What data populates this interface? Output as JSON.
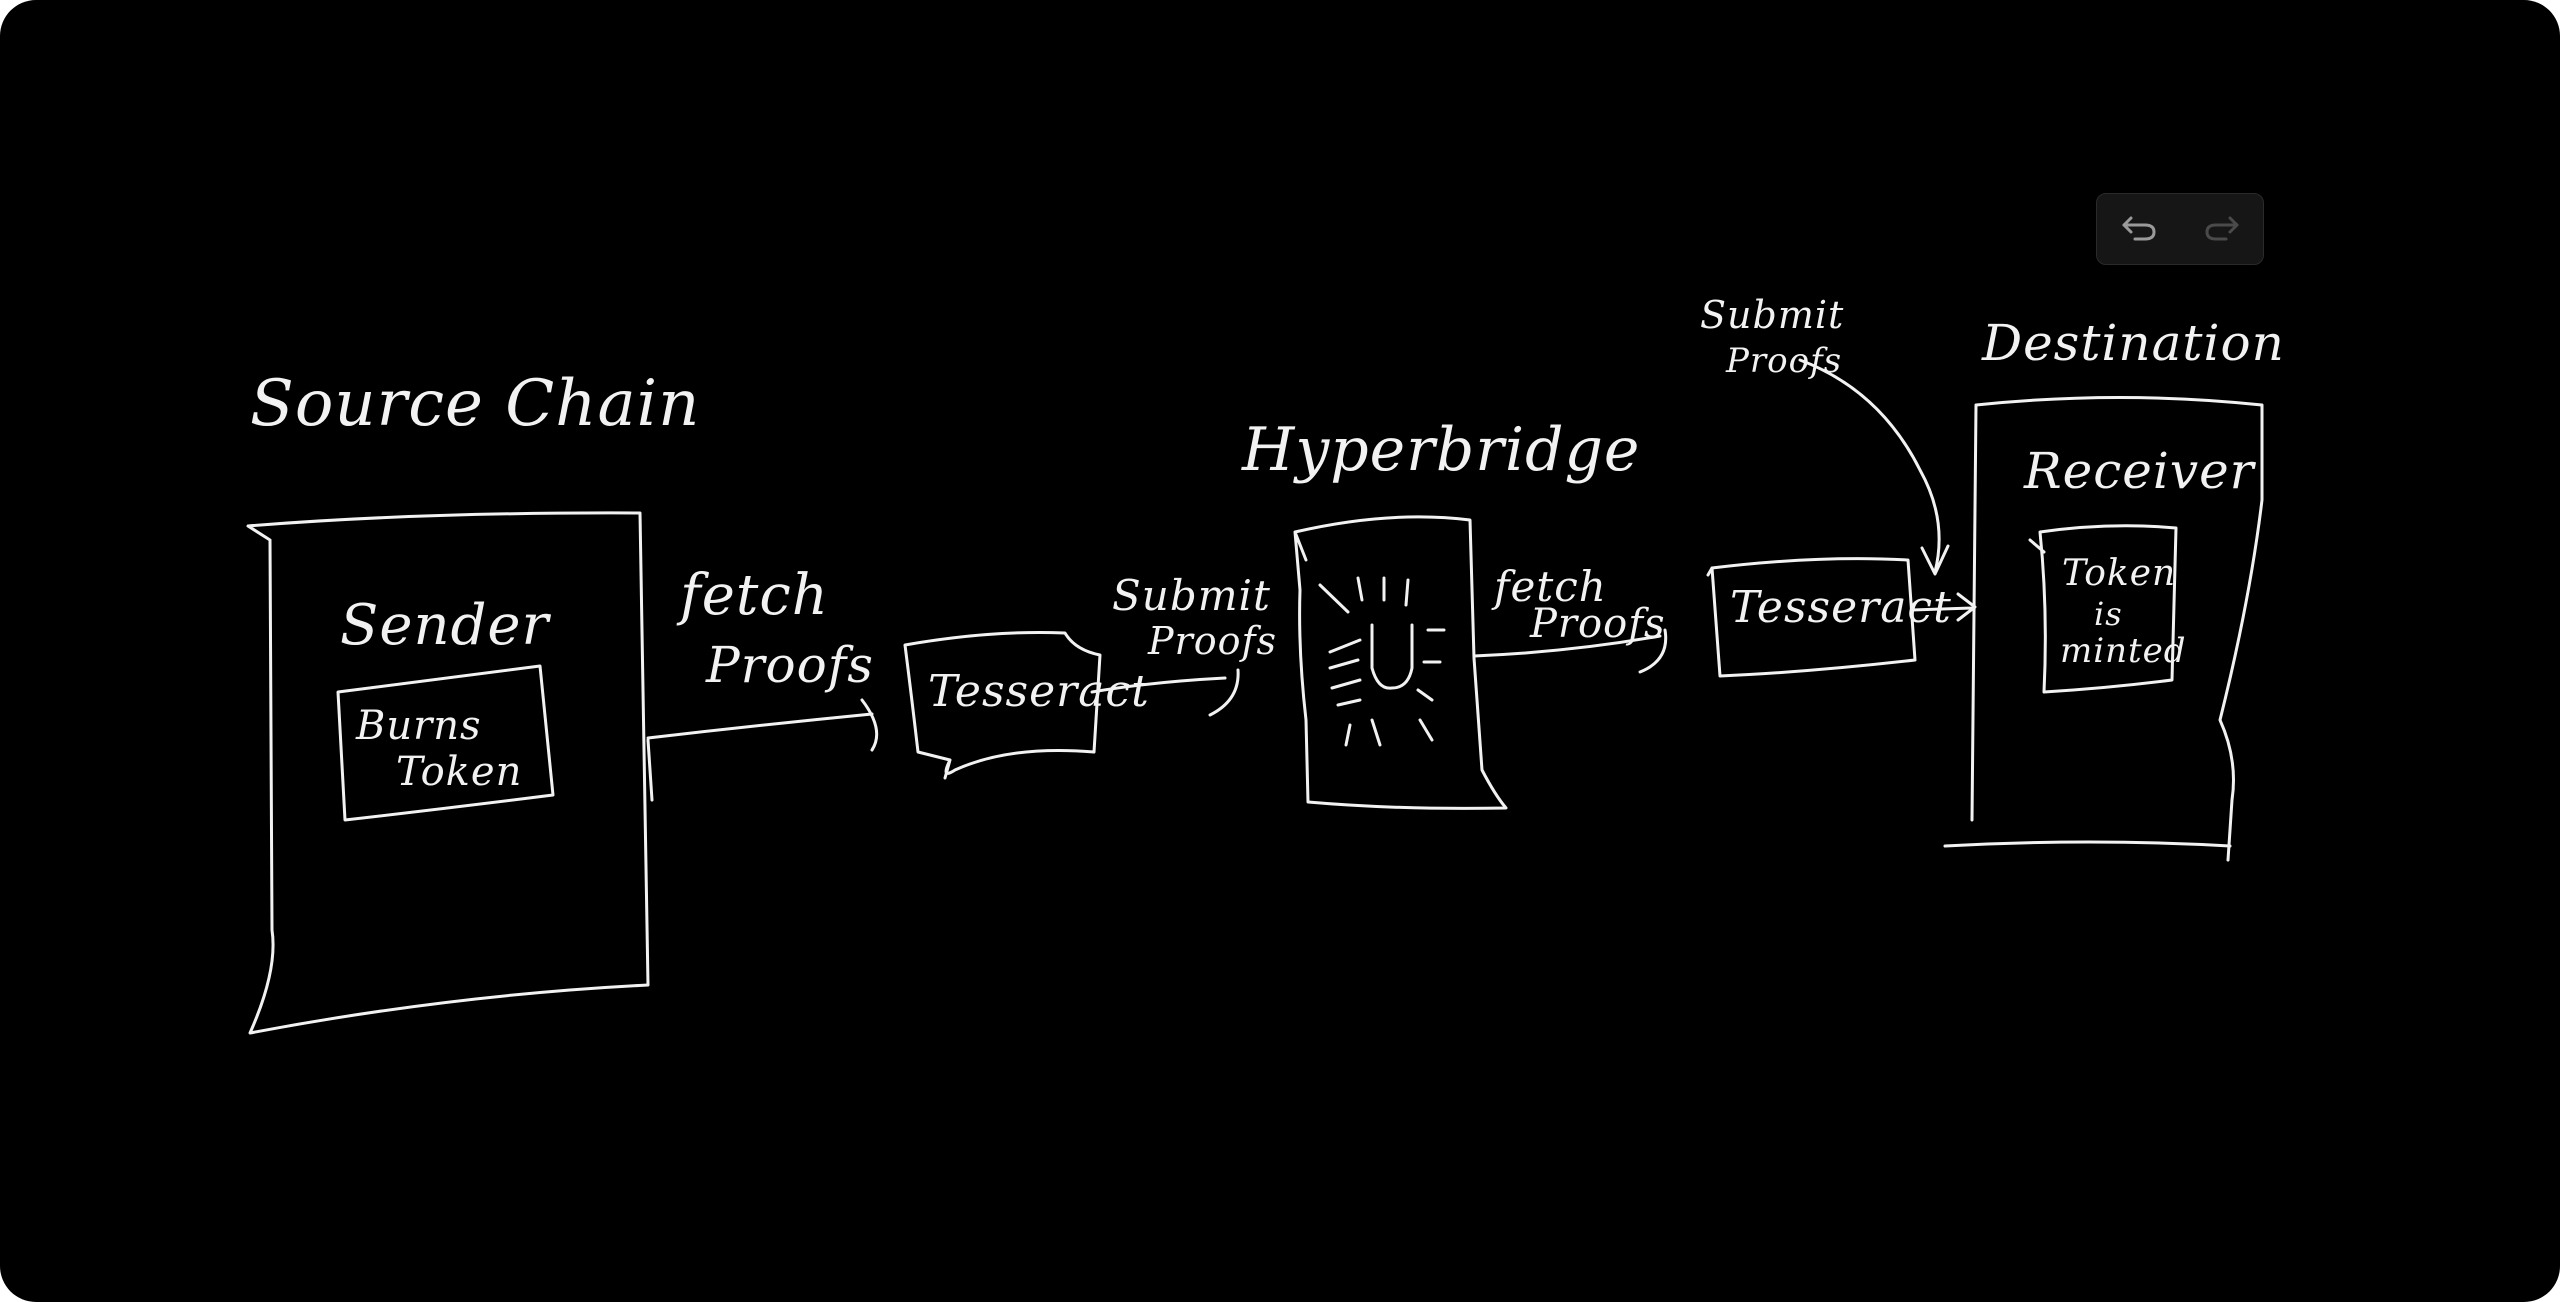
{
  "colors": {
    "canvas_background": "#000000",
    "ink": "#f2f2f2",
    "toolbar_background": "#161616",
    "undo_icon": "#9a9a9a",
    "redo_icon_disabled": "#4a4a4a"
  },
  "toolbar": {
    "undo_icon": "undo-icon",
    "redo_icon": "redo-icon",
    "redo_enabled": false
  },
  "labels": {
    "source_chain": "Source Chain",
    "sender": "Sender",
    "burns_token": [
      "Burns",
      "Token"
    ],
    "fetch_proofs_1": [
      "fetch",
      "Proofs"
    ],
    "tesseract_1": "Tesseract",
    "submit_proofs_1": [
      "Submit",
      "Proofs"
    ],
    "hyperbridge": "Hyperbridge",
    "fetch_proofs_2": [
      "fetch",
      "Proofs"
    ],
    "tesseract_2": "Tesseract",
    "submit_proofs_2": [
      "Submit",
      "Proofs"
    ],
    "destination": "Destination",
    "receiver": "Receiver",
    "token_minted": [
      "Token",
      "is",
      "minted"
    ]
  }
}
